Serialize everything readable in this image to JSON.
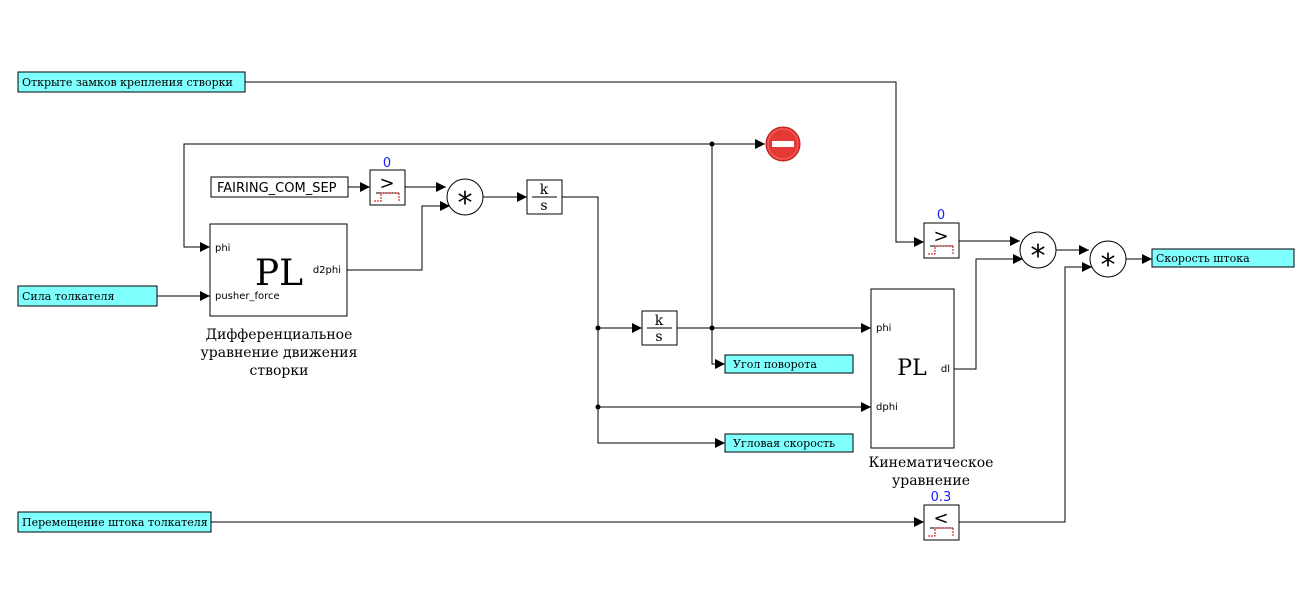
{
  "inputs": {
    "doors_unlock": "Открыте замков крепления створки",
    "pusher_force": "Сила толкателя",
    "rod_displacement": "Перемещение штока толкателя"
  },
  "outputs": {
    "rod_speed": "Скорость штока",
    "rotation_angle": "Угол поворота",
    "angular_speed": "Угловая скорость"
  },
  "constant": {
    "label": "FAIRING_COM_SEP"
  },
  "comparators": {
    "cmp1": {
      "param": "0",
      "symbol": ">"
    },
    "cmp2": {
      "param": "0",
      "symbol": ">"
    },
    "cmp3": {
      "param": "0.3",
      "symbol": "<"
    }
  },
  "integrators": {
    "int1": {
      "num": "k",
      "den": "s"
    },
    "int2": {
      "num": "k",
      "den": "s"
    }
  },
  "multipliers": {
    "symbol": "*"
  },
  "pl_blocks": {
    "diff_eq": {
      "title": "PL",
      "port_phi": "phi",
      "port_pusher_force": "pusher_force",
      "port_d2phi": "d2phi",
      "caption_line1": "Дифференциальное",
      "caption_line2": "уравнение движения",
      "caption_line3": "створки"
    },
    "kinematic": {
      "title": "PL",
      "port_phi": "phi",
      "port_dphi": "dphi",
      "port_dl": "dl",
      "caption_line1": "Кинематическое",
      "caption_line2": "уравнение"
    }
  },
  "colors": {
    "io_fill": "#80ffff",
    "stop_fill": "#e53935",
    "param_text": "#1a1aff",
    "comparator_line": "#cc0000"
  },
  "icons": {
    "terminator": "stop-icon"
  }
}
